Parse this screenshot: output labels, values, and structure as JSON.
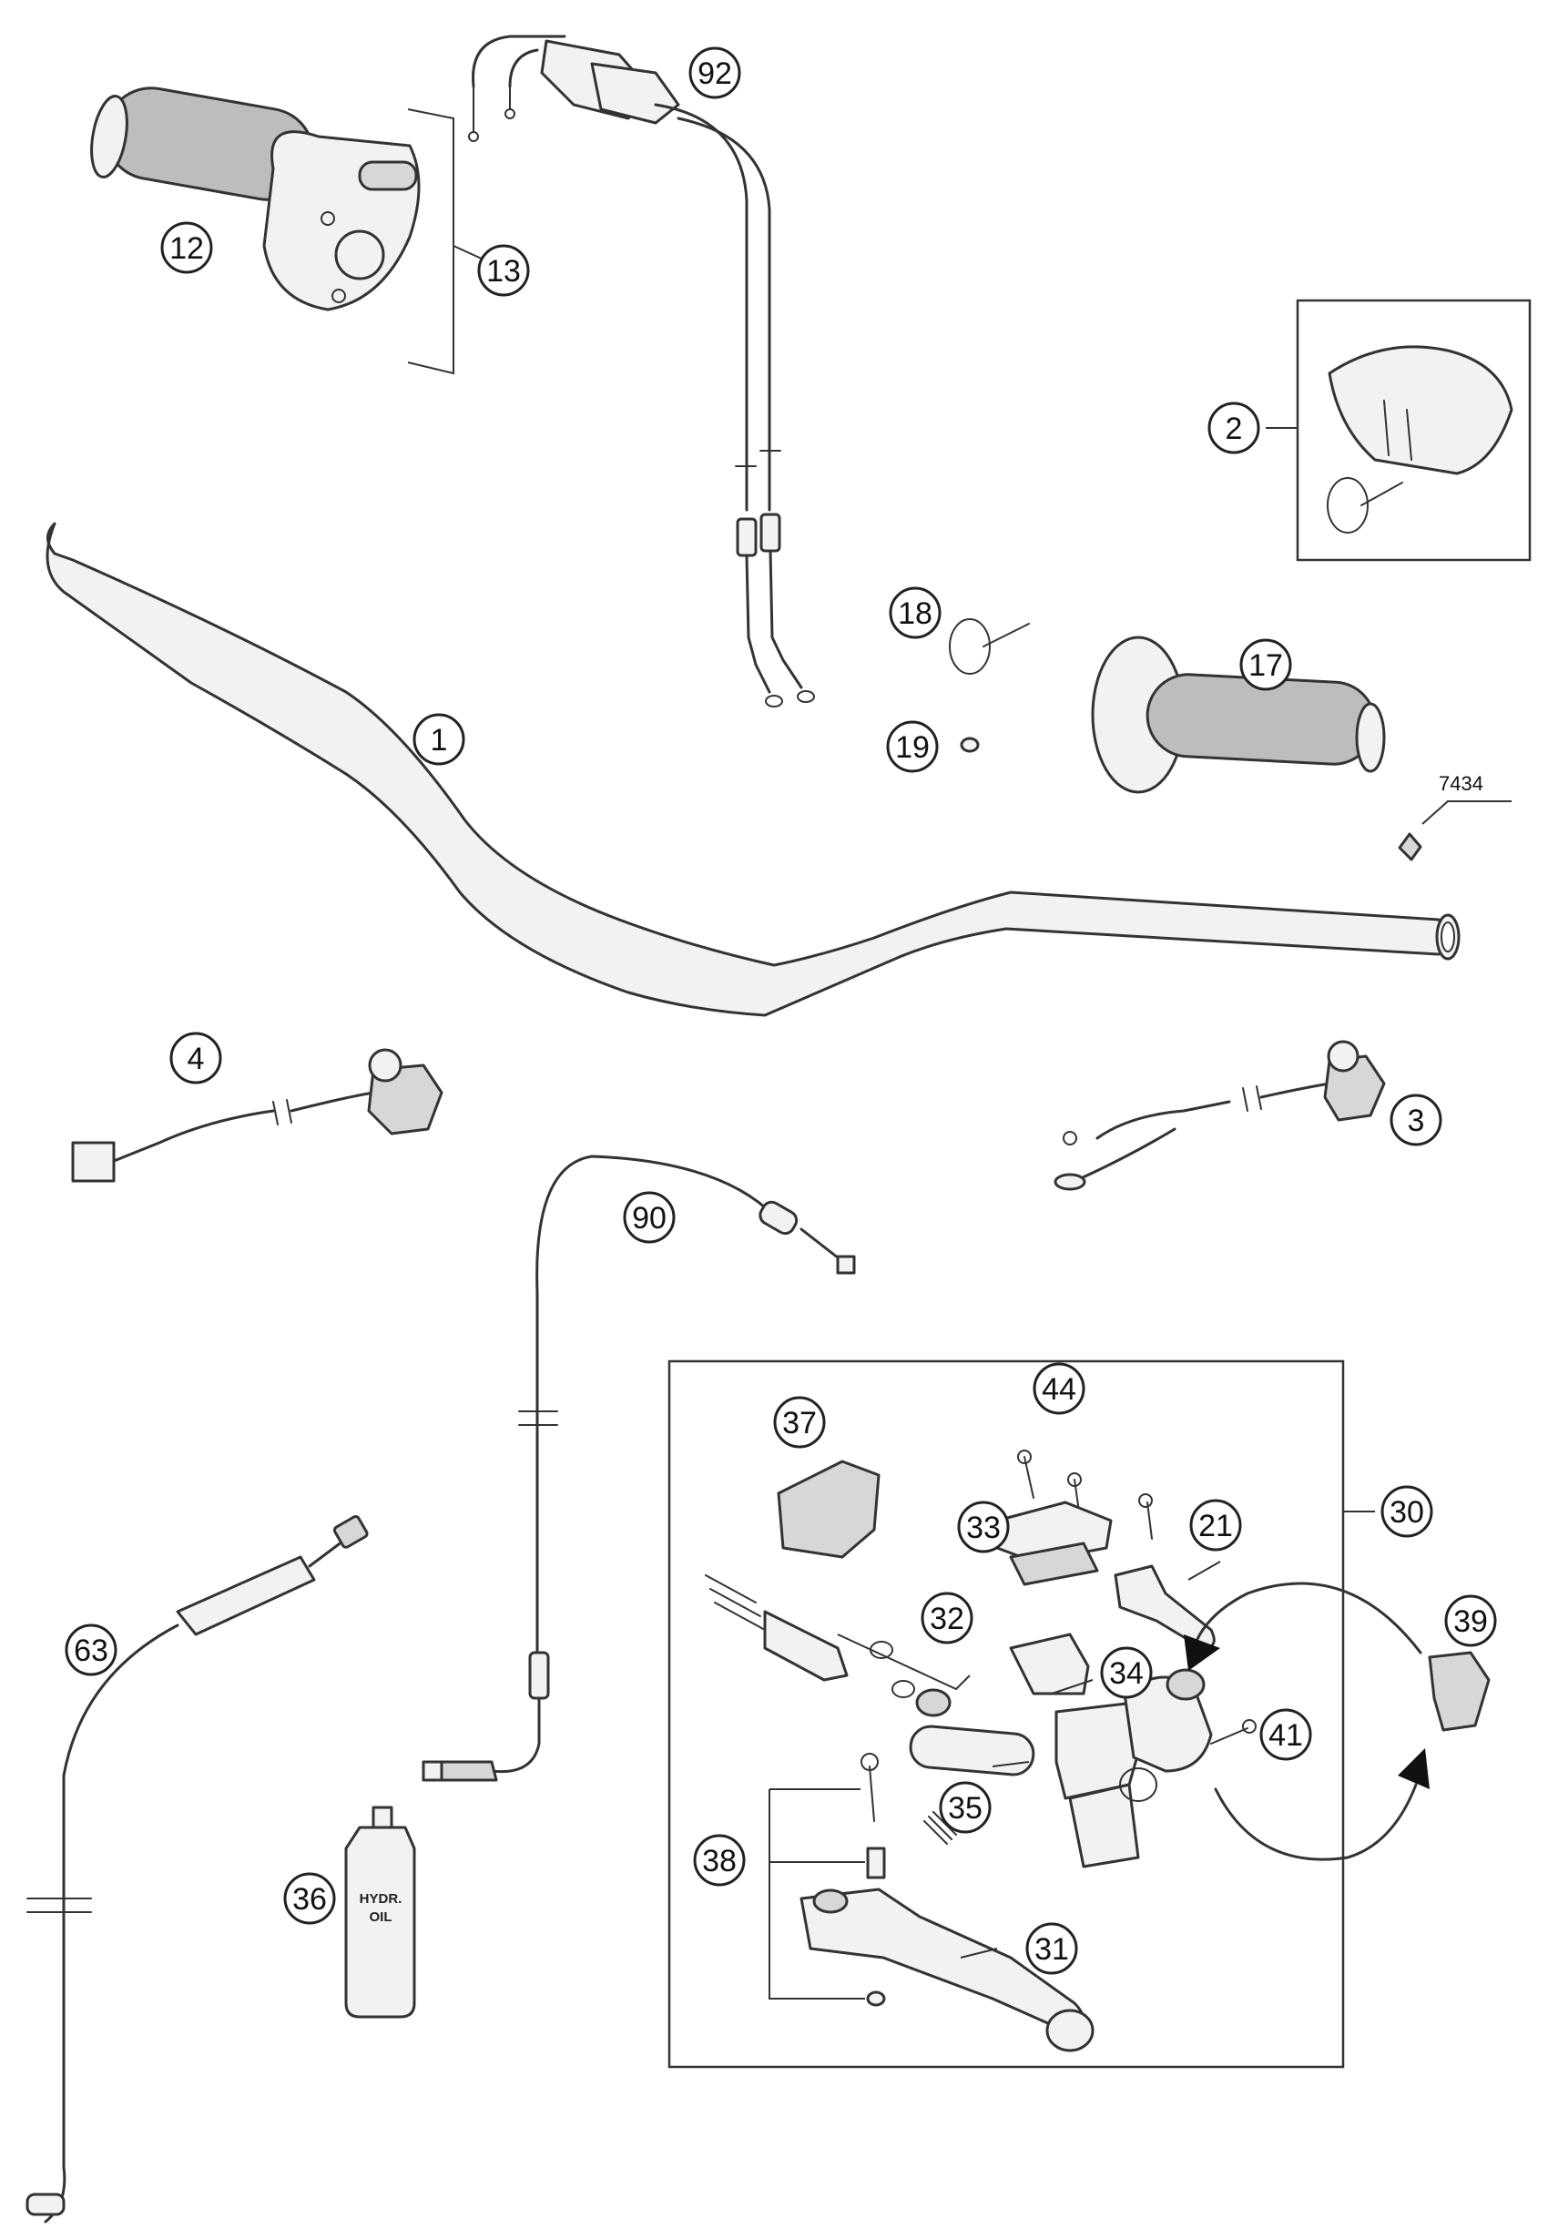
{
  "callouts": [
    {
      "id": "1",
      "label": "1"
    },
    {
      "id": "2",
      "label": "2"
    },
    {
      "id": "3",
      "label": "3"
    },
    {
      "id": "4",
      "label": "4"
    },
    {
      "id": "12",
      "label": "12"
    },
    {
      "id": "13",
      "label": "13"
    },
    {
      "id": "17",
      "label": "17"
    },
    {
      "id": "18",
      "label": "18"
    },
    {
      "id": "19",
      "label": "19"
    },
    {
      "id": "21",
      "label": "21"
    },
    {
      "id": "30",
      "label": "30"
    },
    {
      "id": "31",
      "label": "31"
    },
    {
      "id": "32",
      "label": "32"
    },
    {
      "id": "33",
      "label": "33"
    },
    {
      "id": "34",
      "label": "34"
    },
    {
      "id": "35",
      "label": "35"
    },
    {
      "id": "36",
      "label": "36"
    },
    {
      "id": "37",
      "label": "37"
    },
    {
      "id": "38",
      "label": "38"
    },
    {
      "id": "39",
      "label": "39"
    },
    {
      "id": "41",
      "label": "41"
    },
    {
      "id": "44",
      "label": "44"
    },
    {
      "id": "63",
      "label": "63"
    },
    {
      "id": "90",
      "label": "90"
    },
    {
      "id": "92",
      "label": "92"
    }
  ],
  "reference_label": "7434",
  "bottle_label": {
    "line1": "HYDR.",
    "line2": "OIL"
  }
}
